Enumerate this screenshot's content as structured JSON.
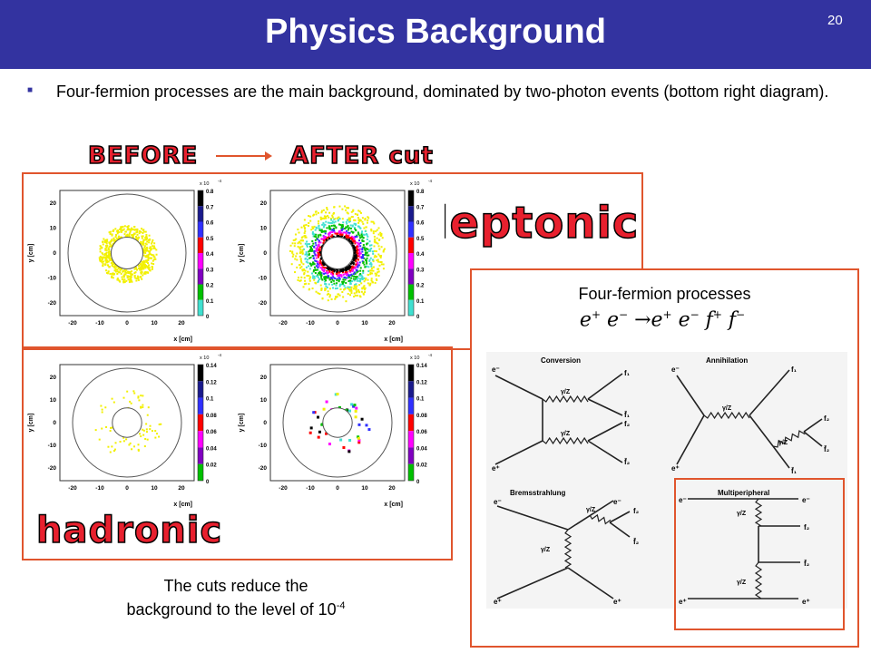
{
  "slide": {
    "title": "Physics Background",
    "page_number": "20",
    "bullet": "Four-fermion processes are the main background, dominated by two-photon events (bottom right diagram).",
    "before_label": "BEFORE",
    "after_label": "AFTER cut",
    "leptonic_label": "leptonic",
    "hadronic_label": "hadronic",
    "caption_line1": "The cuts reduce the",
    "caption_line2": "background to the level of 10",
    "caption_exp": "-4",
    "fourfermion_title": "Four-fermion processes"
  },
  "plots": {
    "y_axis_label": "y [cm]",
    "x_axis_label": "x [cm]",
    "x_ticks": [
      "-20",
      "-10",
      "0",
      "10",
      "20"
    ],
    "y_ticks": [
      "20",
      "10",
      "0",
      "-10",
      "-20"
    ],
    "scale_top": "x 10",
    "scale_top_exp": "-4",
    "leptonic_colorbar": [
      "0.8",
      "0.7",
      "0.6",
      "0.5",
      "0.4",
      "0.3",
      "0.2",
      "0.1",
      "0"
    ],
    "hadronic_colorbar": [
      "0.14",
      "0.12",
      "0.1",
      "0.08",
      "0.06",
      "0.04",
      "0.02",
      "0"
    ]
  },
  "diagrams": {
    "conversion": "Conversion",
    "annihilation": "Annihilation",
    "bremsstrahlung": "Bremsstrahlung",
    "multiperipheral": "Multiperipheral",
    "gamma_z": "γ/Z",
    "e_minus": "e⁻",
    "e_plus": "e⁺",
    "f1": "f₁",
    "f2": "f₂",
    "f1bar": "f̄₁",
    "f2bar": "f̄₂"
  }
}
